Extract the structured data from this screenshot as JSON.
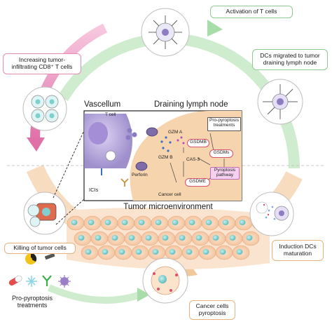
{
  "labels": {
    "activation_t_cells": "Activation of T cells",
    "dcs_migrated": "DCs migrated to tumor draining lymph node",
    "increasing_til": "Increasing tumor-infiltrating CD8⁺ T cells",
    "killing_tumor": "Killing of tumor cells",
    "induction_dcs": "Induction DCs maturation",
    "cancer_pyroptosis": "Cancer cells pyroptosis",
    "pro_pyroptosis_treatments": "Pro-pyroptosis treatments",
    "tumor_microenvironment": "Tumor microenvironment",
    "vascellum": "Vascellum",
    "draining_lymph_node": "Draining lymph node"
  },
  "inset": {
    "t_cell": "T cell",
    "cancer_cell": "Cancer cell",
    "icis": "ICIs",
    "perforin": "Perforin",
    "gzm_a": "GZM A",
    "gzm_b": "GZM B",
    "cas3": "CAS-3",
    "gsdmb": "GSDMB",
    "gsdme": "GSDME",
    "gsdms": "GSDMs",
    "pyroptosis_pathway": "Pyroptosis pathway",
    "pro_pyroptosis_treatments": "Pro-pyroptosis treatments"
  },
  "colors": {
    "green_arrow": "#a8dca8",
    "pink_arrow": "#e98bbd",
    "orange_arrow": "#f2c79a",
    "cell_fill": "#f4c9a8",
    "nucleus": "#7fcfcf",
    "t_cell_purple": "#b7a6d9",
    "cancer_cell": "#f6d6b4",
    "red_outline": "#d9506a"
  },
  "icons": [
    "radiation-icon",
    "laser-icon",
    "drug-capsule-icon",
    "nanoparticle-icon",
    "antibody-icon",
    "virus-icon"
  ]
}
